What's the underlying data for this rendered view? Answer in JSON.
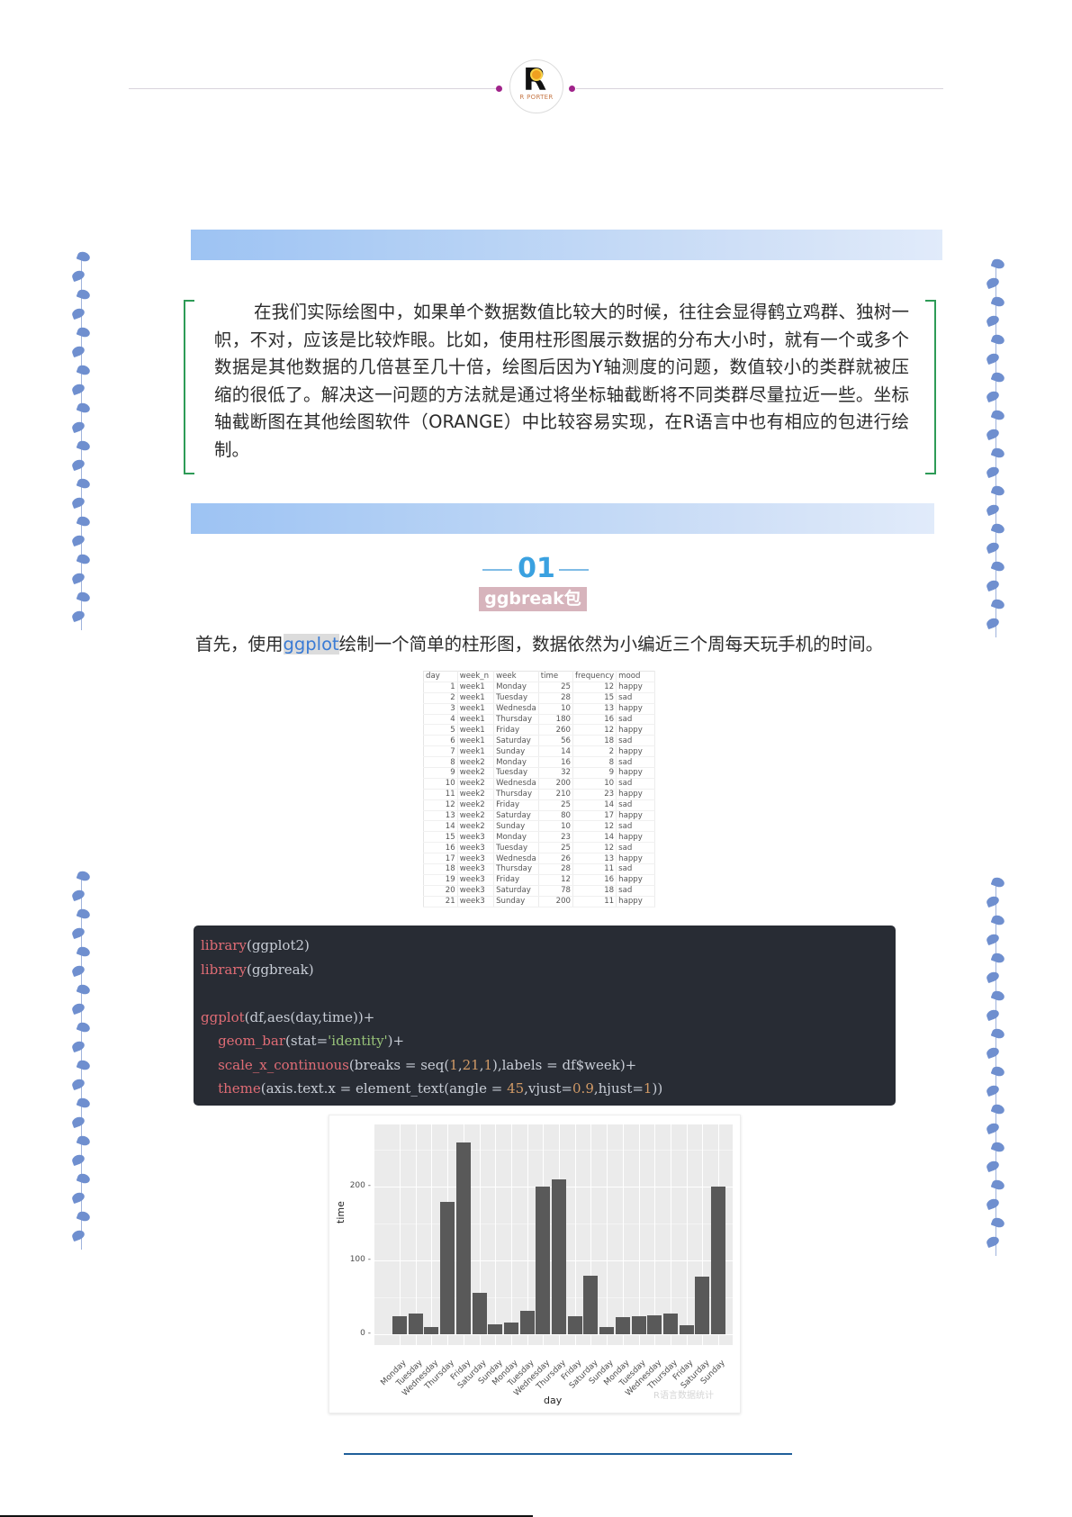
{
  "header": {
    "logo_letter": "R",
    "logo_text": "R  PORTER"
  },
  "intro": {
    "text": "在我们实际绘图中，如果单个数据数值比较大的时候，往往会显得鹤立鸡群、独树一帜，不对，应该是比较炸眼。比如，使用柱形图展示数据的分布大小时，就有一个或多个数据是其他数据的几倍甚至几十倍，绘图后因为Y轴测度的问题，数值较小的类群就被压缩的很低了。解决这一问题的方法就是通过将坐标轴截断将不同类群尽量拉近一些。坐标轴截断图在其他绘图软件（ORANGE）中比较容易实现，在R语言中也有相应的包进行绘制。"
  },
  "section": {
    "number": "01",
    "tag": "ggbreak包"
  },
  "paragraph": {
    "prefix": "首先，使用",
    "highlight": "ggplot",
    "suffix": "绘制一个简单的柱形图，数据依然为小编近三个周每天玩手机的时间。"
  },
  "table": {
    "columns": [
      "day",
      "week_n",
      "week",
      "time",
      "frequency",
      "mood"
    ],
    "rows": [
      [
        "1",
        "week1",
        "Monday",
        "25",
        "12",
        "happy"
      ],
      [
        "2",
        "week1",
        "Tuesday",
        "28",
        "15",
        "sad"
      ],
      [
        "3",
        "week1",
        "Wednesda",
        "10",
        "13",
        "happy"
      ],
      [
        "4",
        "week1",
        "Thursday",
        "180",
        "16",
        "sad"
      ],
      [
        "5",
        "week1",
        "Friday",
        "260",
        "12",
        "happy"
      ],
      [
        "6",
        "week1",
        "Saturday",
        "56",
        "18",
        "sad"
      ],
      [
        "7",
        "week1",
        "Sunday",
        "14",
        "2",
        "happy"
      ],
      [
        "8",
        "week2",
        "Monday",
        "16",
        "8",
        "sad"
      ],
      [
        "9",
        "week2",
        "Tuesday",
        "32",
        "9",
        "happy"
      ],
      [
        "10",
        "week2",
        "Wednesda",
        "200",
        "10",
        "sad"
      ],
      [
        "11",
        "week2",
        "Thursday",
        "210",
        "23",
        "happy"
      ],
      [
        "12",
        "week2",
        "Friday",
        "25",
        "14",
        "sad"
      ],
      [
        "13",
        "week2",
        "Saturday",
        "80",
        "17",
        "happy"
      ],
      [
        "14",
        "week2",
        "Sunday",
        "10",
        "12",
        "sad"
      ],
      [
        "15",
        "week3",
        "Monday",
        "23",
        "14",
        "happy"
      ],
      [
        "16",
        "week3",
        "Tuesday",
        "25",
        "12",
        "sad"
      ],
      [
        "17",
        "week3",
        "Wednesda",
        "26",
        "13",
        "happy"
      ],
      [
        "18",
        "week3",
        "Thursday",
        "28",
        "11",
        "sad"
      ],
      [
        "19",
        "week3",
        "Friday",
        "12",
        "16",
        "happy"
      ],
      [
        "20",
        "week3",
        "Saturday",
        "78",
        "18",
        "sad"
      ],
      [
        "21",
        "week3",
        "Sunday",
        "200",
        "11",
        "happy"
      ]
    ]
  },
  "code": {
    "lines": [
      {
        "fn": "library",
        "rest": "(ggplot2)"
      },
      {
        "fn": "library",
        "rest": "(ggbreak)"
      },
      {
        "fn": "",
        "rest": ""
      },
      {
        "fn": "ggplot",
        "rest": "(df,aes(day,time))+"
      },
      {
        "indent": "    ",
        "fn": "geom_bar",
        "p1": "(stat=",
        "s": "'identity'",
        "p2": ")+"
      },
      {
        "indent": "    ",
        "fn": "scale_x_continuous",
        "p1": "(breaks = seq(",
        "n1": "1",
        "c1": ",",
        "n2": "21",
        "c2": ",",
        "n3": "1",
        "p2": "),labels = df$week)+"
      },
      {
        "indent": "    ",
        "fn": "theme",
        "p1": "(axis.text.x = element_text(angle = ",
        "n1": "45",
        "c1": ",vjust=",
        "n2": "0.9",
        "c2": ",hjust=",
        "n3": "1",
        "p2": "))"
      }
    ]
  },
  "chart_data": {
    "type": "bar",
    "title": "",
    "xlabel": "day",
    "ylabel": "time",
    "ylim": [
      0,
      270
    ],
    "yticks": [
      0,
      100,
      200
    ],
    "grid": true,
    "categories": [
      "Monday",
      "Tuesday",
      "Wednesday",
      "Thursday",
      "Friday",
      "Saturday",
      "Sunday",
      "Monday",
      "Tuesday",
      "Wednesday",
      "Thursday",
      "Friday",
      "Saturday",
      "Sunday",
      "Monday",
      "Tuesday",
      "Wednesday",
      "Thursday",
      "Friday",
      "Saturday",
      "Sunday"
    ],
    "values": [
      25,
      28,
      10,
      180,
      260,
      56,
      14,
      16,
      32,
      200,
      210,
      25,
      80,
      10,
      23,
      25,
      26,
      28,
      12,
      78,
      200
    ],
    "bar_color": "#595959",
    "panel_color": "#ebebeb"
  },
  "watermark": "R语言数据统计"
}
